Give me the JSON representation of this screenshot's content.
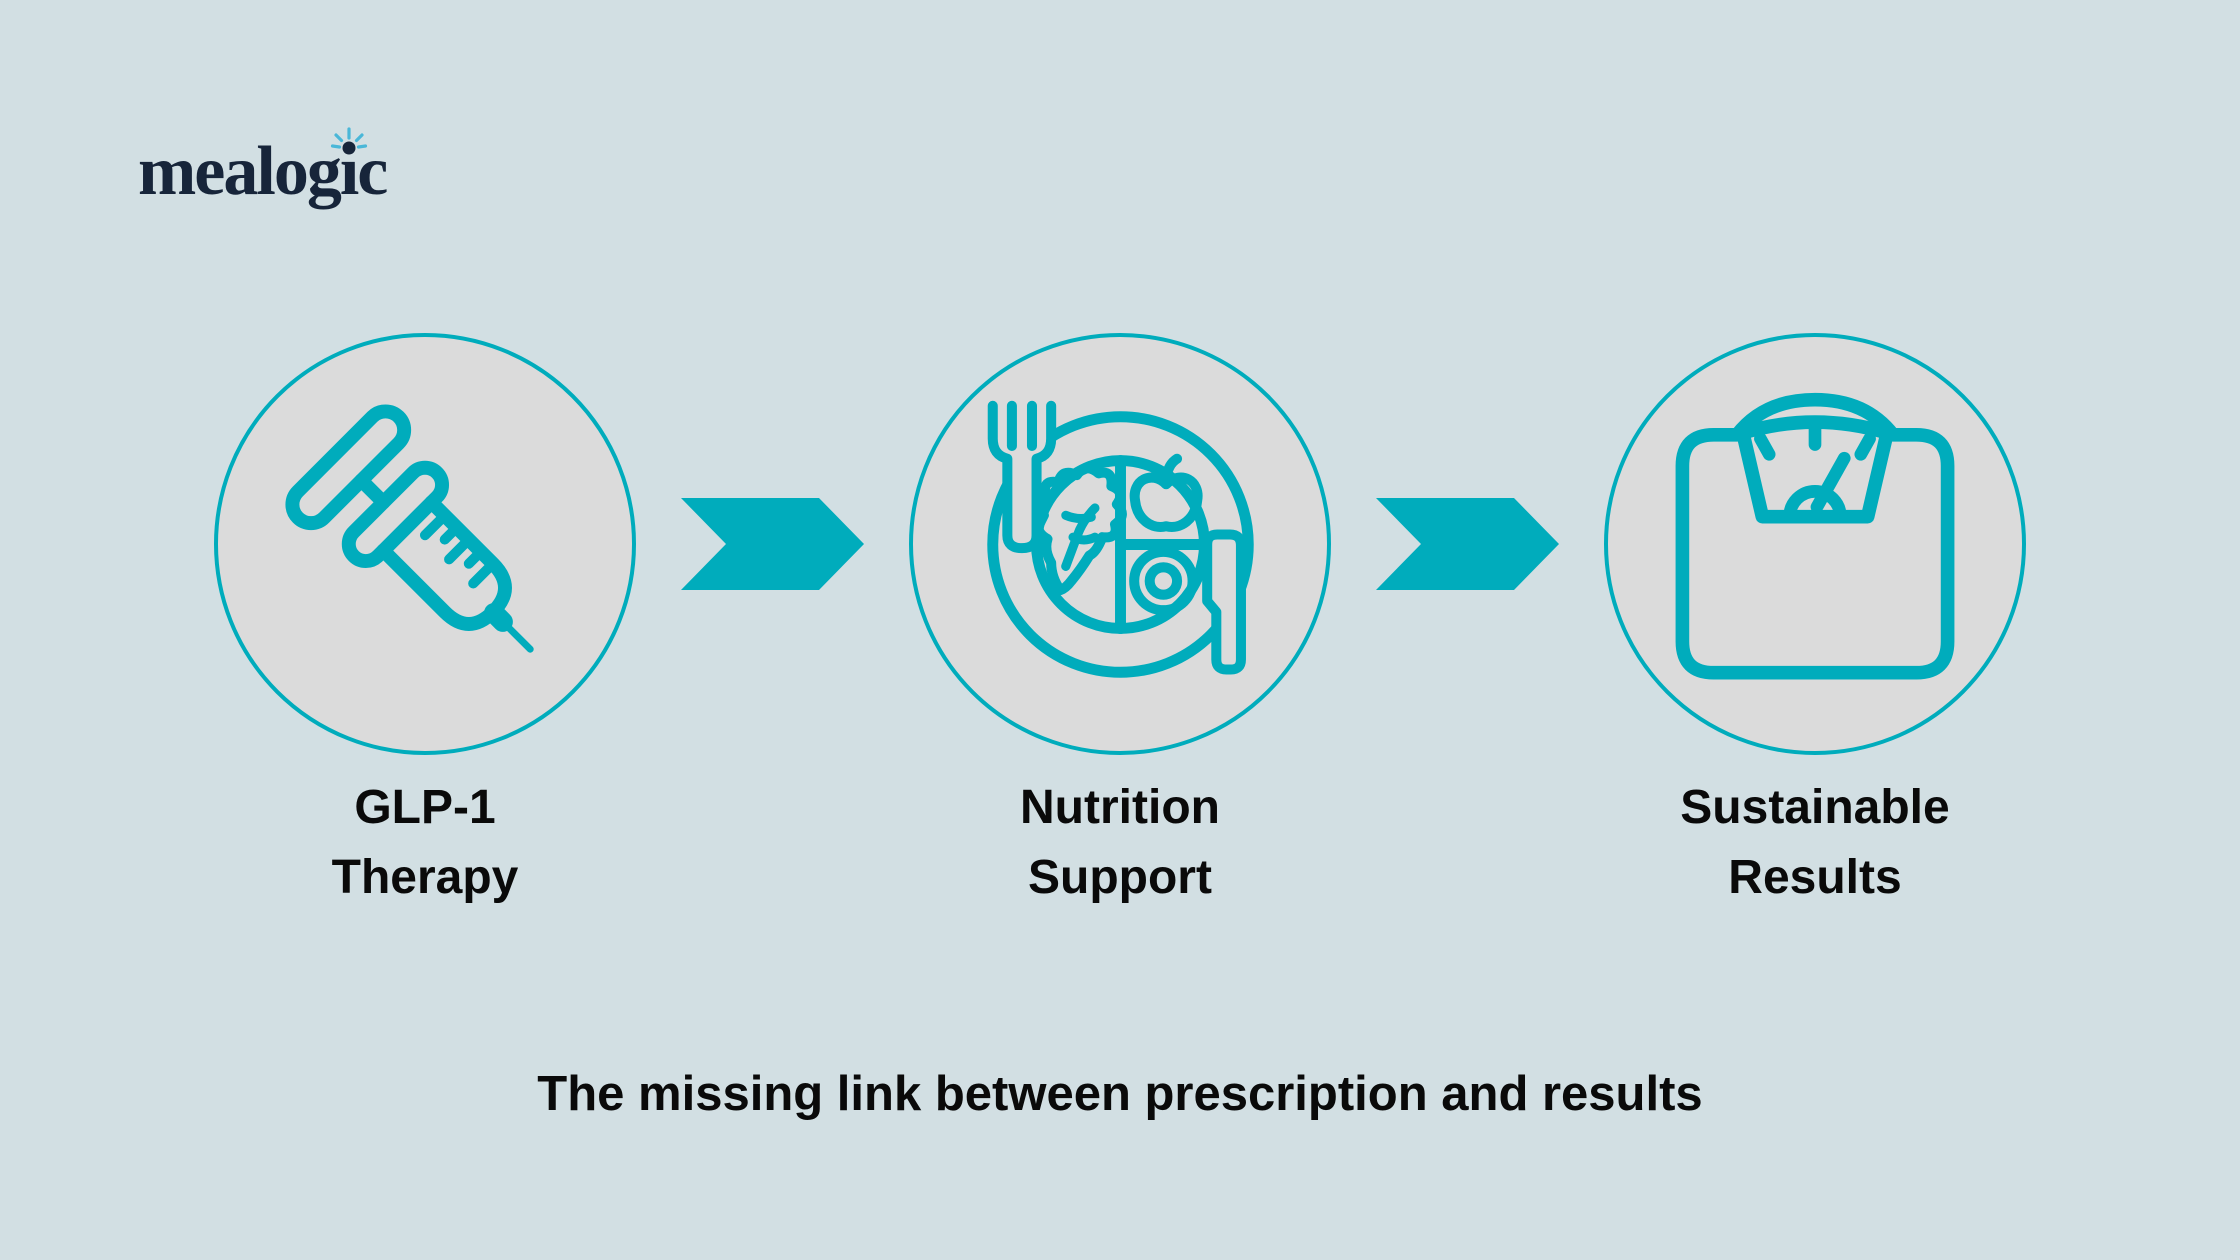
{
  "colors": {
    "background": "#D2DFE3",
    "teal": "#00ACBC",
    "circle_fill": "#DBDBDB",
    "logo_navy": "#17253A",
    "sparkle_ray": "#4AB7D8",
    "text": "#0A0A0A"
  },
  "logo": {
    "text": "mealogic",
    "pre": "mealog",
    "dotless_i": "ı",
    "post": "c",
    "sparkle_icon": "sparkle-icon"
  },
  "steps": [
    {
      "icon": "syringe-icon",
      "lines": [
        "GLP-1",
        "Therapy"
      ]
    },
    {
      "icon": "plate-icon",
      "lines": [
        "Nutrition",
        "Support"
      ]
    },
    {
      "icon": "scale-icon",
      "lines": [
        "Sustainable",
        "Results"
      ]
    }
  ],
  "arrows": [
    {
      "icon": "arrow-right-icon"
    },
    {
      "icon": "arrow-right-icon"
    }
  ],
  "tagline": "The missing link between prescription and results"
}
